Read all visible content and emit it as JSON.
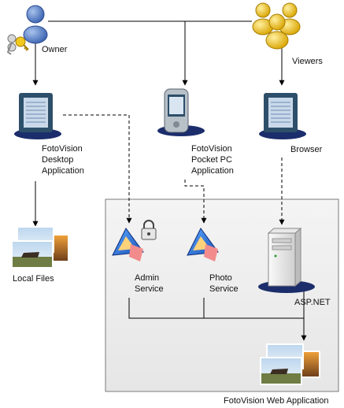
{
  "actors": {
    "owner": {
      "label": "Owner"
    },
    "viewers": {
      "label": "Viewers"
    }
  },
  "clients": {
    "desktop": {
      "lines": [
        "FotoVision",
        "Desktop",
        "Application"
      ]
    },
    "pocket": {
      "lines": [
        "FotoVision",
        "Pocket PC",
        "Application"
      ]
    },
    "browser": {
      "label": "Browser"
    }
  },
  "storage": {
    "local": {
      "label": "Local Files"
    }
  },
  "services": {
    "admin": {
      "lines": [
        "Admin",
        "Service"
      ]
    },
    "photo": {
      "lines": [
        "Photo",
        "Service"
      ]
    },
    "aspnet": {
      "label": "ASP.NET"
    }
  },
  "web_app": {
    "label": "FotoVision Web Application"
  },
  "colors": {
    "person_blue": "#4f79c6",
    "person_gold": "#f2c21a",
    "monitor_frame": "#2d4f6a",
    "screen": "#c9d9ea",
    "shadow": "#1b2d6b",
    "panel_bg": "#f0f0f0",
    "panel_border": "#7a7a7a",
    "line": "#000000"
  }
}
